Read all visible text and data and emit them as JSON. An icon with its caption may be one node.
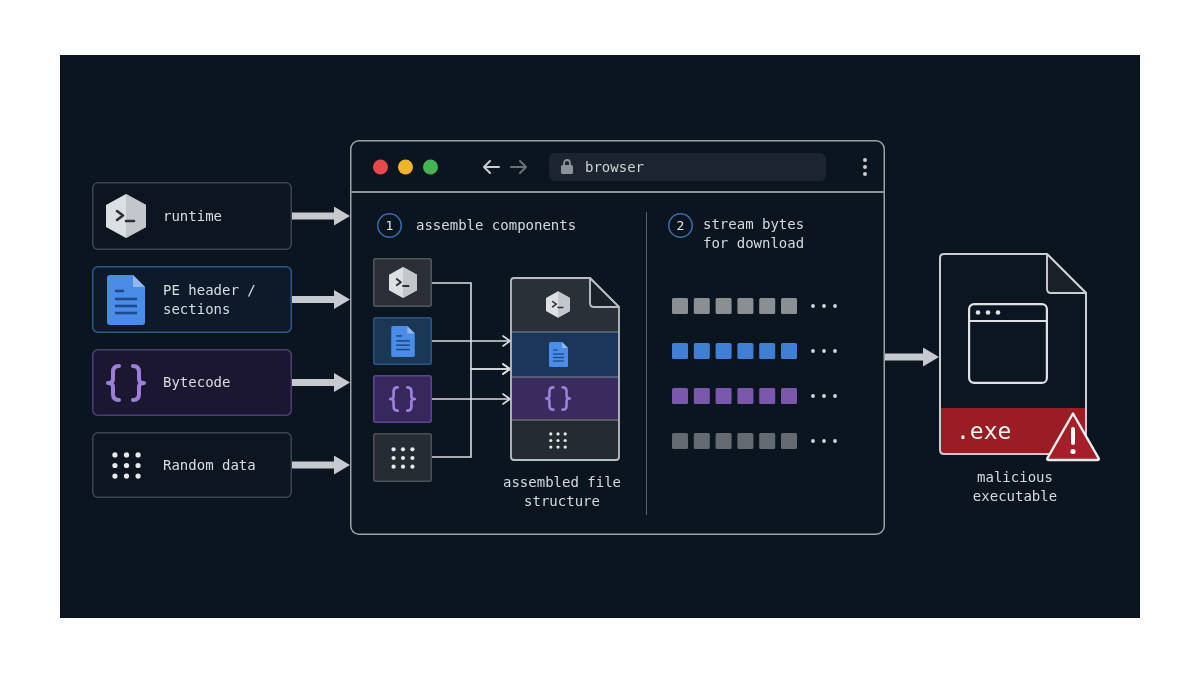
{
  "diagram": {
    "nodes": [
      {
        "text": [
          "runtime"
        ]
      },
      {
        "text": [
          "PE header / sections"
        ]
      },
      {
        "text": [
          "Bytecode"
        ]
      },
      {
        "text": [
          "Random data"
        ]
      },
      {
        "text": [
          "browser"
        ]
      },
      {
        "text": [
          "1"
        ],
        "in": 4,
        "beside": [
          "assemble components"
        ]
      },
      {
        "text": [],
        "shape": "box",
        "in": 4
      },
      {
        "text": [],
        "shape": "box",
        "in": 4
      },
      {
        "text": [],
        "shape": "box",
        "in": 4
      },
      {
        "text": [],
        "shape": "box",
        "in": 4
      },
      {
        "text": [],
        "shape": "document",
        "in": 4,
        "beside": [
          "assembled file structure"
        ]
      },
      {
        "text": [
          "2"
        ],
        "in": 4,
        "beside": [
          "stream bytes for download"
        ]
      },
      {
        "text": [
          ".exe"
        ],
        "beside": [
          "malicious executable"
        ]
      }
    ],
    "edges": [
      {
        "from": 0,
        "to": 4,
        "arrow": "to"
      },
      {
        "from": 1,
        "to": 4,
        "arrow": "to"
      },
      {
        "from": 2,
        "to": 4,
        "arrow": "to"
      },
      {
        "from": 3,
        "to": 4,
        "arrow": "to"
      },
      {
        "from": 6,
        "to": 10,
        "arrow": "to"
      },
      {
        "from": 7,
        "to": 10,
        "arrow": "to"
      },
      {
        "from": 8,
        "to": 10,
        "arrow": "to"
      },
      {
        "from": 9,
        "to": 10,
        "arrow": "to"
      },
      {
        "from": 4,
        "to": 12,
        "arrow": "to"
      }
    ]
  }
}
